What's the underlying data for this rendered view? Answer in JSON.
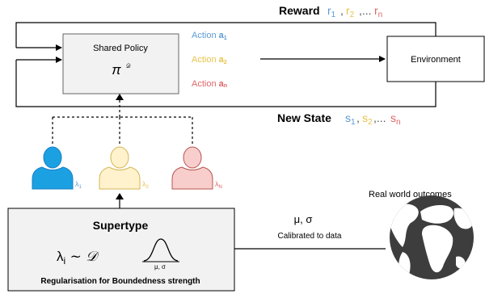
{
  "reward": {
    "label": "Reward",
    "r1": "r",
    "r1_sub": "1",
    "r2": "r",
    "r2_sub": "2",
    "sep": ",",
    "dots": ",...",
    "rn": "r",
    "rn_sub": "n"
  },
  "new_state": {
    "label": "New State",
    "s1": "s",
    "s1_sub": "1",
    "s2": "s",
    "s2_sub": "2",
    "sep": ",",
    "dots": ",...",
    "sn": "s",
    "sn_sub": "n"
  },
  "policy": {
    "title": "Shared Policy",
    "symbol": "π",
    "superscript": "𝒟"
  },
  "actions": [
    {
      "label": "Action ",
      "var": "a",
      "sub": "1",
      "color": "#5b9bd5"
    },
    {
      "label": "Action ",
      "var": "a",
      "sub": "2",
      "color": "#e8c34a"
    },
    {
      "label": "Action ",
      "var": "a",
      "sub": "n",
      "color": "#e06666"
    }
  ],
  "environment": {
    "label": "Environment"
  },
  "agents": [
    {
      "icon": "user-icon",
      "color": "#1ba1e2",
      "stroke": "#1b7fc4",
      "lambda": "λ",
      "sub": "1",
      "label_color": "#5b9bd5"
    },
    {
      "icon": "user-icon",
      "color": "#fff2cc",
      "stroke": "#d6b656",
      "lambda": "λ",
      "sub": "2",
      "label_color": "#e8c34a"
    },
    {
      "icon": "user-icon",
      "color": "#f8cecc",
      "stroke": "#b85450",
      "lambda": "λ",
      "sub": "N",
      "label_color": "#e06666"
    }
  ],
  "supertype": {
    "title": "Supertype",
    "formula_lambda": "λ",
    "formula_sub": "i",
    "formula_rest": " ~ 𝒟",
    "dist_label": "μ, σ",
    "caption": "Regularisation for Boundedness strength"
  },
  "calibration": {
    "params": "μ, σ",
    "caption": "Calibrated to data"
  },
  "real_world": {
    "label": "Real world outcomes",
    "icon": "globe-icon"
  }
}
